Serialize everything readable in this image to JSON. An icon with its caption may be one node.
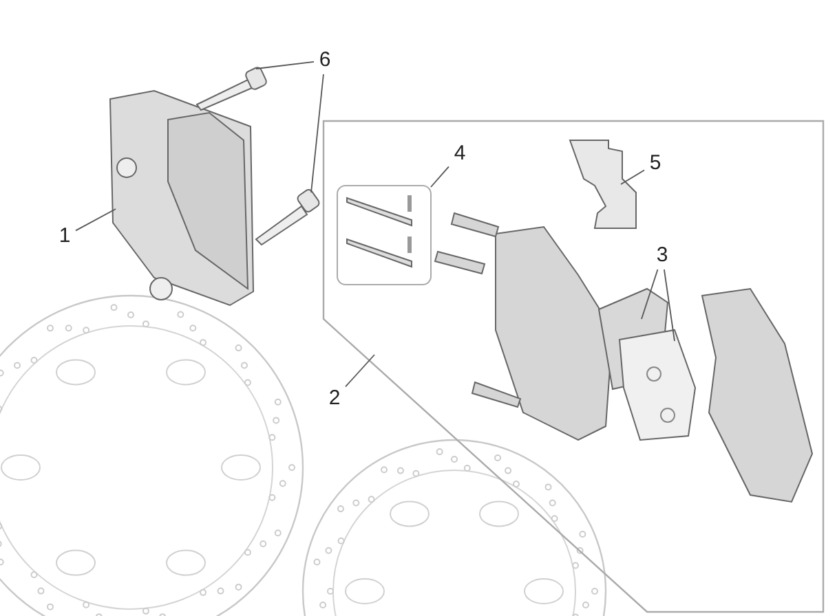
{
  "diagram": {
    "nodes": [
      {
        "text": [
          "1"
        ]
      },
      {
        "text": [],
        "shape": "picture"
      },
      {
        "text": [
          "6"
        ]
      },
      {
        "text": [],
        "shape": "picture"
      },
      {
        "text": [],
        "shape": "picture"
      },
      {
        "text": [
          "2"
        ]
      },
      {
        "text": [],
        "shape": "box"
      },
      {
        "text": [
          "4"
        ],
        "in": 6
      },
      {
        "text": [],
        "shape": "picture",
        "in": 6
      },
      {
        "text": [
          "5"
        ],
        "in": 6
      },
      {
        "text": [],
        "shape": "picture",
        "in": 6
      },
      {
        "text": [
          "3"
        ],
        "in": 6
      },
      {
        "text": [],
        "shape": "picture",
        "in": 6
      },
      {
        "text": [],
        "shape": "picture",
        "in": 6
      }
    ],
    "edges": [
      {
        "from": 0,
        "to": 1,
        "arrow": "none"
      },
      {
        "from": 2,
        "to": 3,
        "arrow": "none"
      },
      {
        "from": 2,
        "to": 4,
        "arrow": "none"
      },
      {
        "from": 5,
        "to": 6,
        "arrow": "none"
      },
      {
        "from": 7,
        "to": 8,
        "arrow": "none"
      },
      {
        "from": 9,
        "to": 10,
        "arrow": "none"
      },
      {
        "from": 11,
        "to": 12,
        "arrow": "none"
      },
      {
        "from": 11,
        "to": 13,
        "arrow": "none"
      }
    ]
  }
}
